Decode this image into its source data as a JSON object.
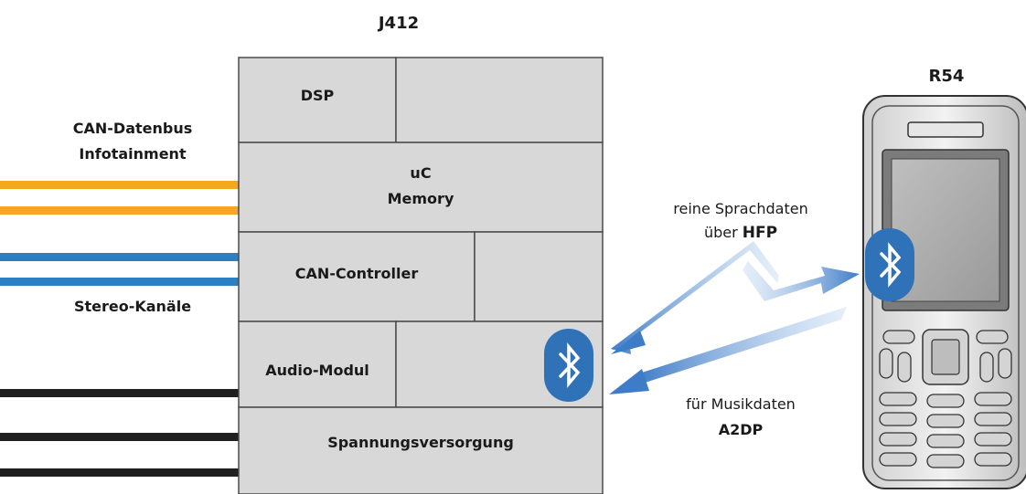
{
  "title": "J412",
  "phone_label": "R54",
  "left_labels": {
    "can_line1": "CAN-Datenbus",
    "can_line2": "Infotainment",
    "stereo": "Stereo-Kanäle"
  },
  "modules": {
    "dsp": "DSP",
    "uc_line1": "uC",
    "uc_line2": "Memory",
    "can_controller": "CAN-Controller",
    "audio_modul": "Audio-Modul",
    "spannung": "Spannungsversorgung"
  },
  "links": {
    "hfp_line1": "reine Sprachdaten",
    "hfp_line2_prefix": "über ",
    "hfp_protocol": "HFP",
    "a2dp_line1": "für Musikdaten",
    "a2dp_protocol": "A2DP"
  },
  "colors": {
    "can_bus": "#f5a623",
    "stereo": "#2b7fc4",
    "power": "#1f1f1f",
    "bluetooth": "#2f72b8",
    "module_fill": "#d8d8d8",
    "arrow_blue": "#3f7cc8"
  },
  "icons": {
    "module_bluetooth": "bluetooth-icon",
    "phone_bluetooth": "bluetooth-icon"
  }
}
